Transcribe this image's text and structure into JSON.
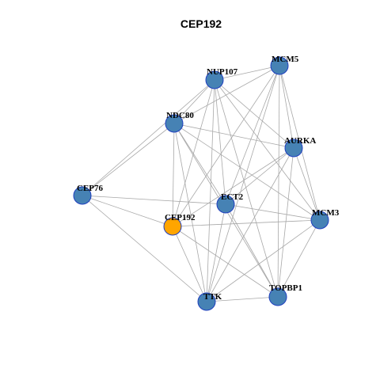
{
  "title": "CEP192",
  "colors": {
    "node_default": "#4682b4",
    "node_focus": "#ffa500",
    "node_border": "#1f3fbf",
    "edge": "#a8a8a8"
  },
  "focus_node": "CEP192",
  "nodes": [
    {
      "id": "MCM5",
      "label": "MCM5"
    },
    {
      "id": "NUP107",
      "label": "NUP107"
    },
    {
      "id": "NDC80",
      "label": "NDC80"
    },
    {
      "id": "AURKA",
      "label": "AURKA"
    },
    {
      "id": "CEP76",
      "label": "CEP76"
    },
    {
      "id": "ECT2",
      "label": "ECT2"
    },
    {
      "id": "MCM3",
      "label": "MCM3"
    },
    {
      "id": "CEP192",
      "label": "CEP192"
    },
    {
      "id": "TOPBP1",
      "label": "TOPBP1"
    },
    {
      "id": "TTK",
      "label": "TTK"
    }
  ],
  "edges": [
    [
      "MCM5",
      "NUP107"
    ],
    [
      "MCM5",
      "NDC80"
    ],
    [
      "MCM5",
      "AURKA"
    ],
    [
      "MCM5",
      "ECT2"
    ],
    [
      "MCM5",
      "MCM3"
    ],
    [
      "MCM5",
      "CEP192"
    ],
    [
      "MCM5",
      "TOPBP1"
    ],
    [
      "MCM5",
      "TTK"
    ],
    [
      "NUP107",
      "NDC80"
    ],
    [
      "NUP107",
      "AURKA"
    ],
    [
      "NUP107",
      "ECT2"
    ],
    [
      "NUP107",
      "MCM3"
    ],
    [
      "NUP107",
      "CEP192"
    ],
    [
      "NUP107",
      "TOPBP1"
    ],
    [
      "NUP107",
      "TTK"
    ],
    [
      "NUP107",
      "CEP76"
    ],
    [
      "NDC80",
      "CEP76"
    ],
    [
      "NDC80",
      "AURKA"
    ],
    [
      "NDC80",
      "ECT2"
    ],
    [
      "NDC80",
      "MCM3"
    ],
    [
      "NDC80",
      "CEP192"
    ],
    [
      "NDC80",
      "TOPBP1"
    ],
    [
      "NDC80",
      "TTK"
    ],
    [
      "AURKA",
      "ECT2"
    ],
    [
      "AURKA",
      "MCM3"
    ],
    [
      "AURKA",
      "CEP192"
    ],
    [
      "AURKA",
      "TOPBP1"
    ],
    [
      "AURKA",
      "TTK"
    ],
    [
      "CEP76",
      "ECT2"
    ],
    [
      "CEP76",
      "CEP192"
    ],
    [
      "CEP76",
      "TTK"
    ],
    [
      "ECT2",
      "MCM3"
    ],
    [
      "ECT2",
      "TOPBP1"
    ],
    [
      "ECT2",
      "TTK"
    ],
    [
      "MCM3",
      "CEP192"
    ],
    [
      "MCM3",
      "TOPBP1"
    ],
    [
      "MCM3",
      "TTK"
    ],
    [
      "CEP192",
      "TOPBP1"
    ],
    [
      "CEP192",
      "TTK"
    ],
    [
      "TOPBP1",
      "TTK"
    ]
  ]
}
